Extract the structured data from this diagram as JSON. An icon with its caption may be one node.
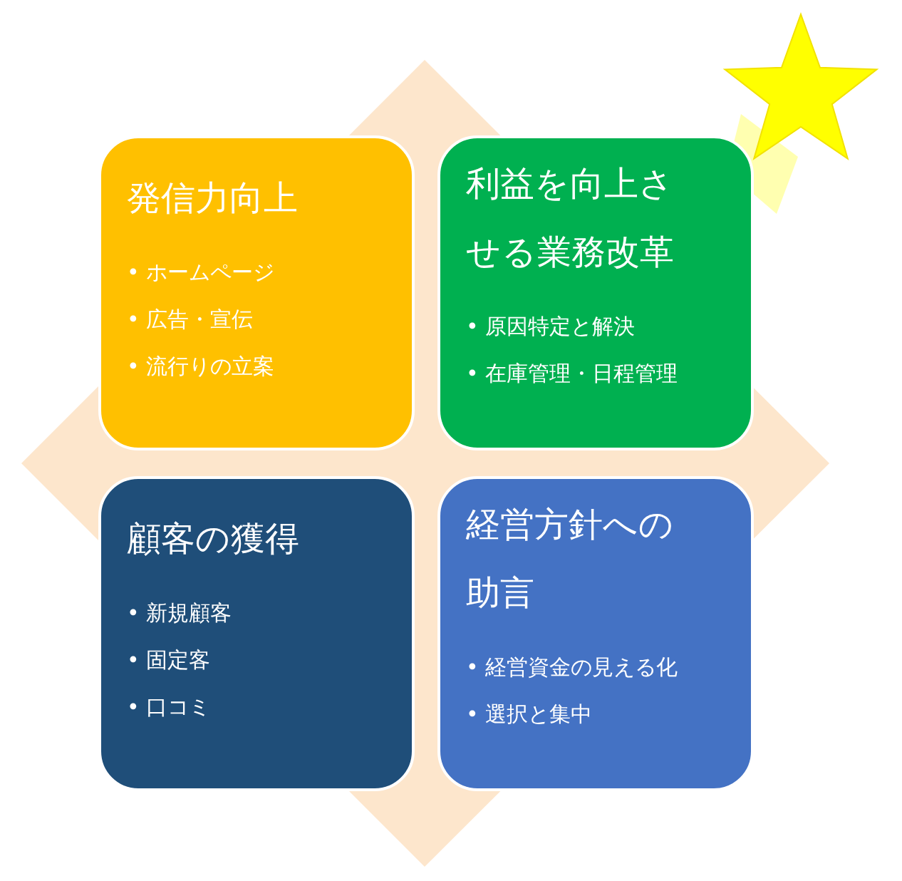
{
  "diagram": {
    "nodes": [
      {
        "text": [
          "発信力向上",
          "• ホームページ",
          "• 広告・宣伝",
          "• 流行りの立案"
        ]
      },
      {
        "text": [
          "利益を向上させる業務改革",
          "• 原因特定と解決",
          "• 在庫管理・日程管理"
        ]
      },
      {
        "text": [
          "顧客の獲得",
          "• 新規顧客",
          "• 固定客",
          "• 口コミ"
        ]
      },
      {
        "text": [
          "経営方針への助言",
          "• 経営資金の見える化",
          "• 選択と集中"
        ]
      }
    ]
  }
}
